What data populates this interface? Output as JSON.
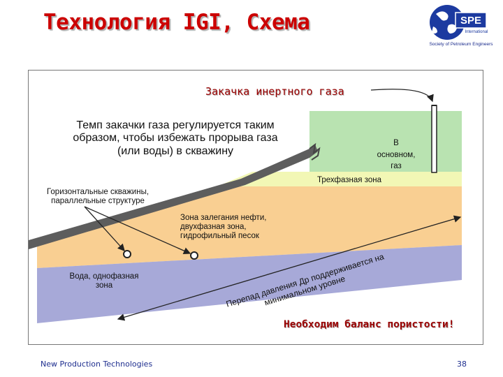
{
  "slide": {
    "title": "Технология IGI, Схема",
    "footer": "New Production Technologies",
    "page_number": "38"
  },
  "logo": {
    "text": "SPE",
    "subtext": "International",
    "caption": "Society of Petroleum Engineers"
  },
  "diagram": {
    "injection_label": "Закачка инертного газа",
    "injection_note_lines": [
      "Темп закачки газа регулируется таким",
      "образом, чтобы избежать прорыва газа",
      "(или воды) в скважину"
    ],
    "gas_zone_lines": [
      "В",
      "основном,",
      "газ"
    ],
    "three_phase_label": "Трехфазная зона",
    "horizontal_wells_lines": [
      "Горизонтальные скважины,",
      "параллельные структуре"
    ],
    "oil_zone_lines": [
      "Зона залегания нефти,",
      "двухфазная зона,",
      "гидрофильный песок"
    ],
    "pressure_note_lines": [
      "Перепад давления Др поддерживается на",
      "минимальном уровне"
    ],
    "water_zone_lines": [
      "Вода, однофазная",
      "зона"
    ],
    "balance_note": "Необходим баланс пористости!"
  },
  "colors": {
    "title": "#cc0000",
    "gas_zone": "#b9e3b1",
    "three_phase_zone": "#f2f7b5",
    "oil_zone": "#f9cf92",
    "water_zone": "#a7a9d8",
    "shale": "#5d5d5d",
    "accent_note": "#990000"
  }
}
